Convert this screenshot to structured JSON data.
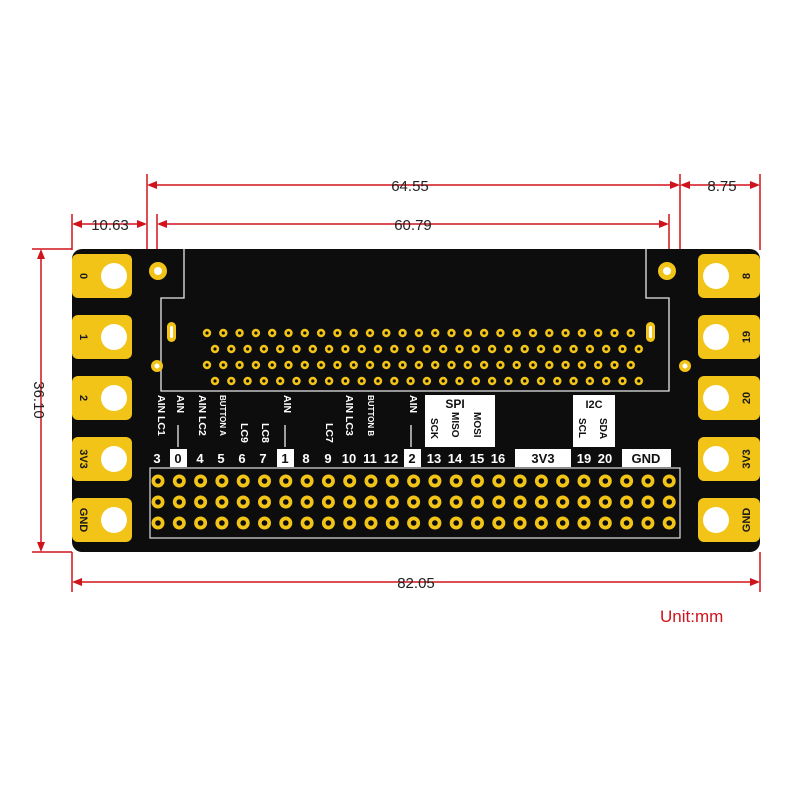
{
  "dimensions": {
    "top_total": "64.55",
    "top_right": "8.75",
    "top_left": "10.63",
    "top_inner": "60.79",
    "height": "36.10",
    "bottom_total": "82.05"
  },
  "unit_label": "Unit:mm",
  "left_pads": [
    "0",
    "1",
    "2",
    "3V3",
    "GND"
  ],
  "right_pads": [
    "8",
    "19",
    "20",
    "3V3",
    "GND"
  ],
  "pin_numbers": [
    "3",
    "0",
    "4",
    "5",
    "6",
    "7",
    "1",
    "8",
    "9",
    "10",
    "11",
    "12",
    "2",
    "13",
    "14",
    "15",
    "16",
    "19",
    "20"
  ],
  "box_labels": {
    "vcc": "3V3",
    "gnd": "GND"
  },
  "function_labels": {
    "ain_lc1": "AIN LC1",
    "ain_0": "AIN",
    "ain_lc2": "AIN LC2",
    "button_a": "BUTTON A",
    "lc9": "LC9",
    "lc8": "LC8",
    "ain_1": "AIN",
    "lc7": "LC7",
    "ain_lc3": "AIN LC3",
    "button_b": "BUTTON B",
    "ain_2": "AIN",
    "spi": "SPI",
    "sck": "SCK",
    "miso": "MISO",
    "mosi": "MOSI",
    "i2c": "I2C",
    "scl": "SCL",
    "sda": "SDA"
  },
  "colors": {
    "board": "#0d0d0d",
    "gold": "#f2c417",
    "dimension_red": "#d0121b",
    "unit_red": "#d0121b"
  }
}
